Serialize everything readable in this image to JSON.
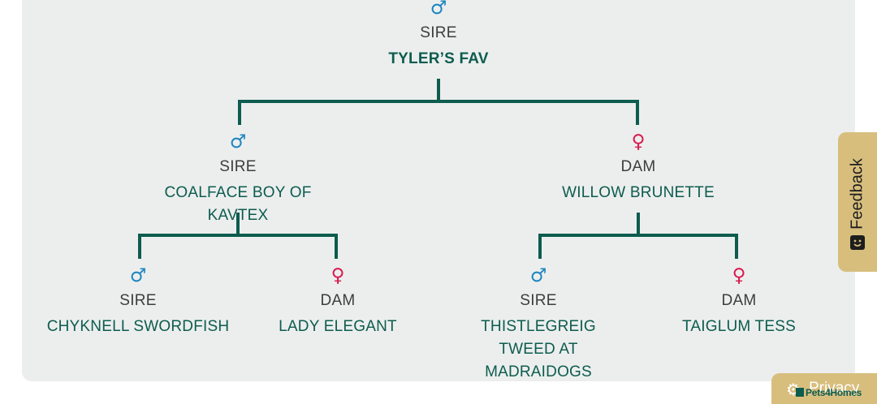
{
  "pedigree": {
    "root": {
      "gender": "male",
      "symbol": "♂",
      "role": "SIRE",
      "name": "TYLER’S FAV"
    },
    "parents": [
      {
        "gender": "male",
        "symbol": "♂",
        "role": "SIRE",
        "name": "COALFACE BOY OF KAVTEX"
      },
      {
        "gender": "female",
        "symbol": "♀",
        "role": "DAM",
        "name": "WILLOW BRUNETTE"
      }
    ],
    "grandparents": [
      {
        "gender": "male",
        "symbol": "♂",
        "role": "SIRE",
        "name": "CHYKNELL SWORDFISH"
      },
      {
        "gender": "female",
        "symbol": "♀",
        "role": "DAM",
        "name": "LADY ELEGANT"
      },
      {
        "gender": "male",
        "symbol": "♂",
        "role": "SIRE",
        "name": "THISTLEGREIG TWEED AT MADRAIDOGS"
      },
      {
        "gender": "female",
        "symbol": "♀",
        "role": "DAM",
        "name": "TAIGLUM TESS"
      }
    ]
  },
  "colors": {
    "line": "#0d5c4e",
    "male": "#1c86bf",
    "female": "#d81b50",
    "tab": "#d8be7d"
  },
  "feedback": {
    "label": "Feedback",
    "icon": "smiley-icon"
  },
  "privacy": {
    "label": "Privacy",
    "icon": "gear-icon"
  },
  "brand": {
    "label": "Pets4Homes",
    "icon": "home-icon"
  }
}
